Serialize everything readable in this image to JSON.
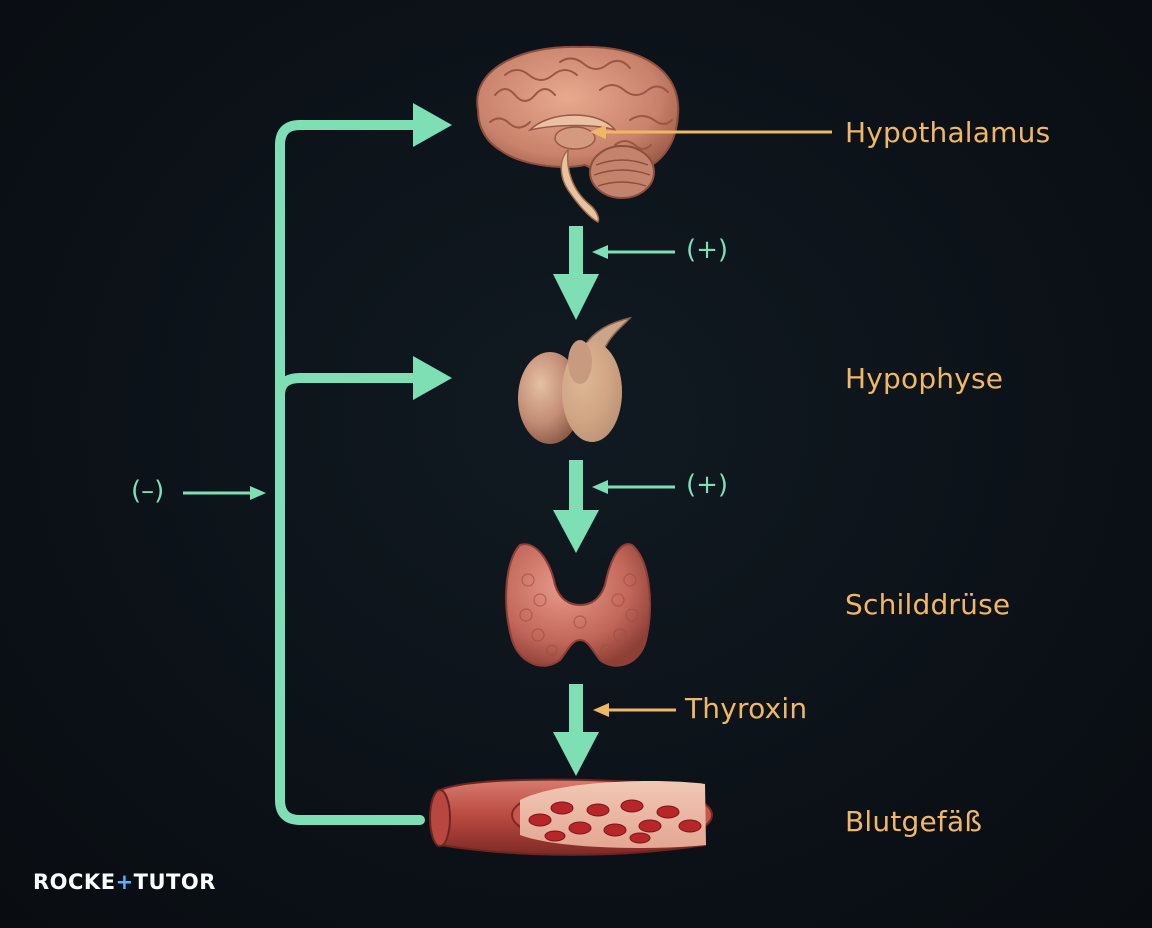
{
  "labels": {
    "hypothalamus": "Hypothalamus",
    "hypophyse": "Hypophyse",
    "schilddruese": "Schilddrüse",
    "blutgefaess": "Blutgefäß",
    "thyroxin": "Thyroxin"
  },
  "signs": {
    "plus_1": "(+)",
    "plus_2": "(+)",
    "minus": "(–)"
  },
  "logo": {
    "part1": "ROCKE",
    "plus": "+",
    "part2": "TUTO",
    "part3": "R"
  },
  "colors": {
    "arrow_green": "#7edfb5",
    "label_orange": "#f0b766",
    "background": "#0d1117"
  }
}
